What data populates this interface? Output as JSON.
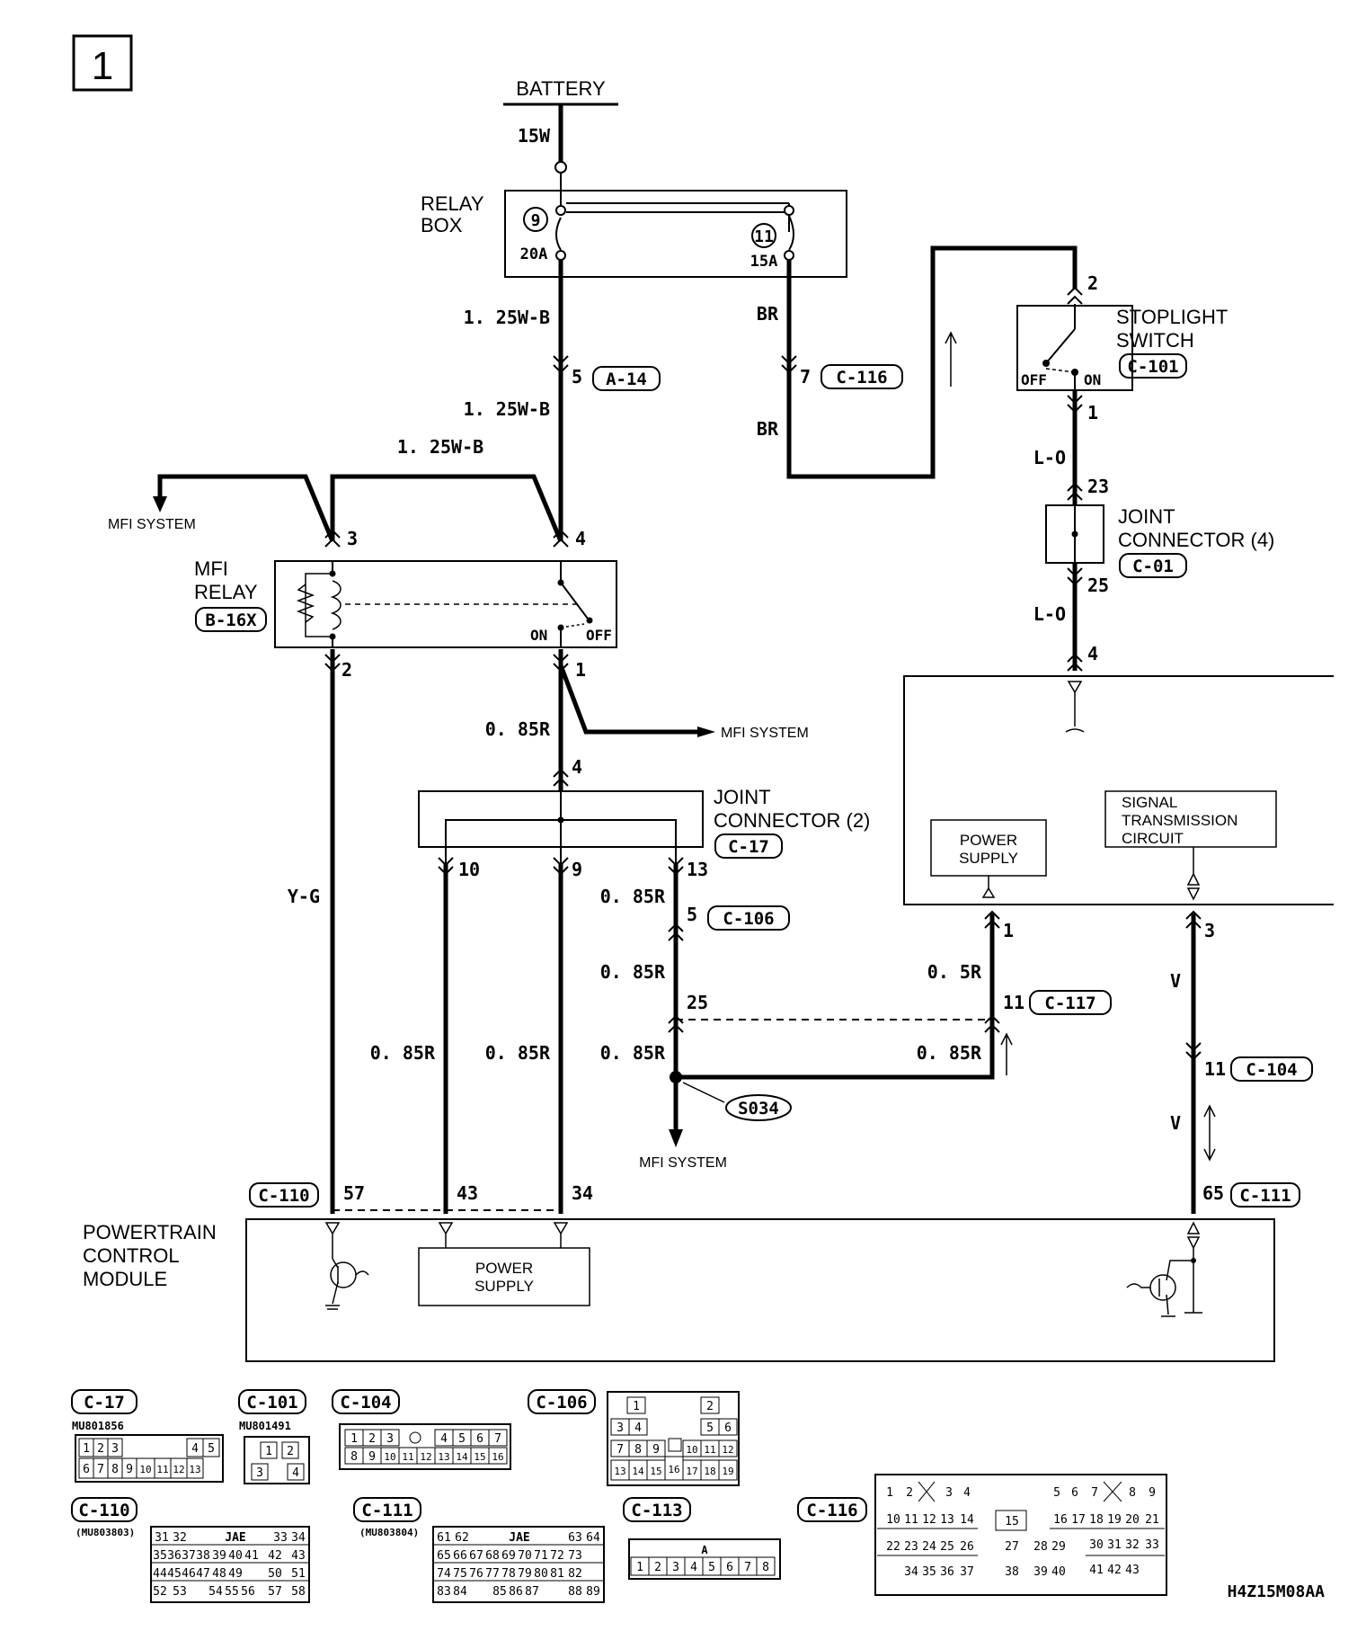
{
  "page_number": "1",
  "drawing_code": "H4Z15M08AA",
  "battery": {
    "label": "BATTERY",
    "wire": "15W"
  },
  "relay_box": {
    "label_line1": "RELAY",
    "label_line2": "BOX",
    "fuse_left_num": "9",
    "fuse_left_rating": "20A",
    "fuse_right_num": "11",
    "fuse_right_rating": "15A"
  },
  "wires": {
    "w125wb_a": "1. 25W-B",
    "w125wb_b": "1. 25W-B",
    "w125wb_c": "1. 25W-B",
    "br_a": "BR",
    "br_b": "BR",
    "w085r_relay": "0. 85R",
    "yg": "Y-G",
    "w085r_13": "0. 85R",
    "w085r_5": "0. 85R",
    "w085r_left": "0. 85R",
    "w085r_mid": "0. 85R",
    "w085r_25": "0. 85R",
    "w085r_right": "0. 85R",
    "w05r": "0. 5R",
    "lo_a": "L-O",
    "lo_b": "L-O",
    "v_a": "V",
    "v_b": "V"
  },
  "pins": {
    "p5": "5",
    "a14": "A-14",
    "p7": "7",
    "c116": "C-116",
    "sw2": "2",
    "sw1": "1",
    "jc23": "23",
    "jc25": "25",
    "m4": "4",
    "r3": "3",
    "r4": "4",
    "r2": "2",
    "r1": "1",
    "j4": "4",
    "j10": "10",
    "j9": "9",
    "j13": "13",
    "c106_5": "5",
    "c106": "C-106",
    "p25": "25",
    "c117_1": "1",
    "c117_11": "11",
    "c117": "C-117",
    "c111_3": "3",
    "c104_11": "11",
    "c104": "C-104",
    "c110": "C-110",
    "p57": "57",
    "p43": "43",
    "p34": "34",
    "p65": "65",
    "c111": "C-111",
    "s034": "S034"
  },
  "stoplight_switch": {
    "line1": "STOPLIGHT",
    "line2": "SWITCH",
    "connector": "C-101",
    "off": "OFF",
    "on": "ON"
  },
  "joint_connector_4": {
    "line1": "JOINT",
    "line2": "CONNECTOR (4)",
    "connector": "C-01"
  },
  "mfi_relay": {
    "line1": "MFI",
    "line2": "RELAY",
    "connector": "B-16X",
    "on": "ON",
    "off": "OFF"
  },
  "joint_connector_2": {
    "line1": "JOINT",
    "line2": "CONNECTOR (2)",
    "connector": "C-17"
  },
  "mfi_system": {
    "a": "MFI SYSTEM",
    "b": "MFI SYSTEM",
    "c": "MFI SYSTEM"
  },
  "module_right": {
    "power_supply_1": "POWER",
    "power_supply_2": "SUPPLY",
    "sig_1": "SIGNAL",
    "sig_2": "TRANSMISSION",
    "sig_3": "CIRCUIT"
  },
  "pcm": {
    "line1": "POWERTRAIN",
    "line2": "CONTROL",
    "line3": "MODULE",
    "ps1": "POWER",
    "ps2": "SUPPLY"
  },
  "connector_views": {
    "c17": {
      "label": "C-17",
      "part": "MU801856"
    },
    "c101": {
      "label": "C-101",
      "part": "MU801491"
    },
    "c104": {
      "label": "C-104"
    },
    "c106": {
      "label": "C-106"
    },
    "c110": {
      "label": "C-110",
      "part": "(MU803803)",
      "maker": "JAE"
    },
    "c111": {
      "label": "C-111",
      "part": "(MU803804)",
      "maker": "JAE"
    },
    "c113": {
      "label": "C-113",
      "mark": "A"
    },
    "c116": {
      "label": "C-116"
    }
  }
}
